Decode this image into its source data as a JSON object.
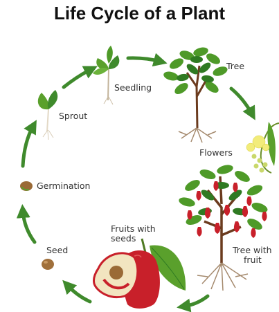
{
  "title": "Life Cycle of a Plant",
  "stages": {
    "seed": "Seed",
    "germination": "Germination",
    "sprout": "Sprout",
    "seedling": "Seedling",
    "tree": "Tree",
    "flowers": "Flowers",
    "tree_with_fruit_line1": "Tree with",
    "tree_with_fruit_line2": "fruit",
    "fruits_with_seeds_line1": "Fruits with",
    "fruits_with_seeds_line2": "seeds"
  },
  "colors": {
    "arrow": "#3f8a2c",
    "leaf": "#5aa02c",
    "leaf_dark": "#2f7a22",
    "fruit": "#c8202a",
    "trunk": "#6b3b1e",
    "root": "#a58a6e",
    "flower": "#f2ec7a"
  }
}
